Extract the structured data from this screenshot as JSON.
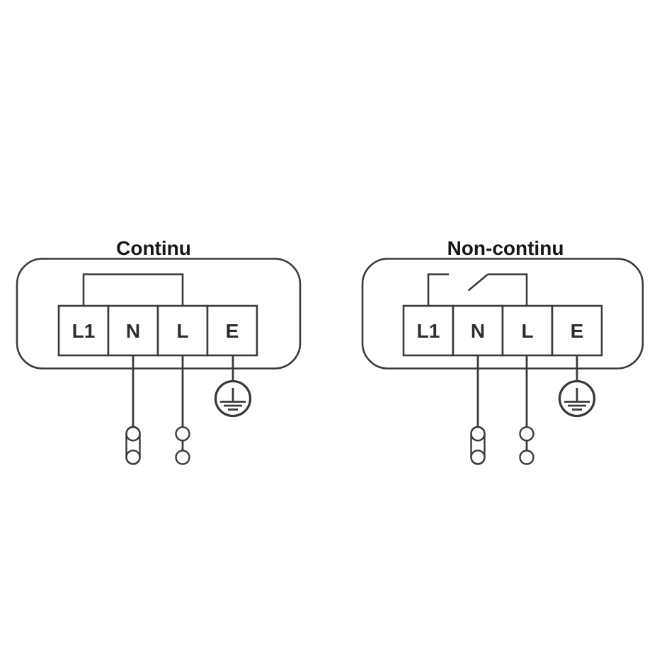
{
  "theme": {
    "bg": "#ffffff",
    "line": "#3a3a3a",
    "label": "#2d2d2d",
    "title": "#17171b"
  },
  "figure": {
    "type": "wiring-diagram",
    "panels": [
      {
        "title": "Continu",
        "terminals": [
          "L1",
          "N",
          "L",
          "E"
        ],
        "l1_l_link": "closed-bridge",
        "lead_symbols": {
          "N": "inline-cable-connector",
          "L": "inline-cable-connector",
          "E": "protective-earth"
        }
      },
      {
        "title": "Non-continu",
        "terminals": [
          "L1",
          "N",
          "L",
          "E"
        ],
        "l1_l_link": "open-switch",
        "lead_symbols": {
          "N": "inline-cable-connector",
          "L": "inline-cable-connector",
          "E": "protective-earth"
        }
      }
    ]
  }
}
